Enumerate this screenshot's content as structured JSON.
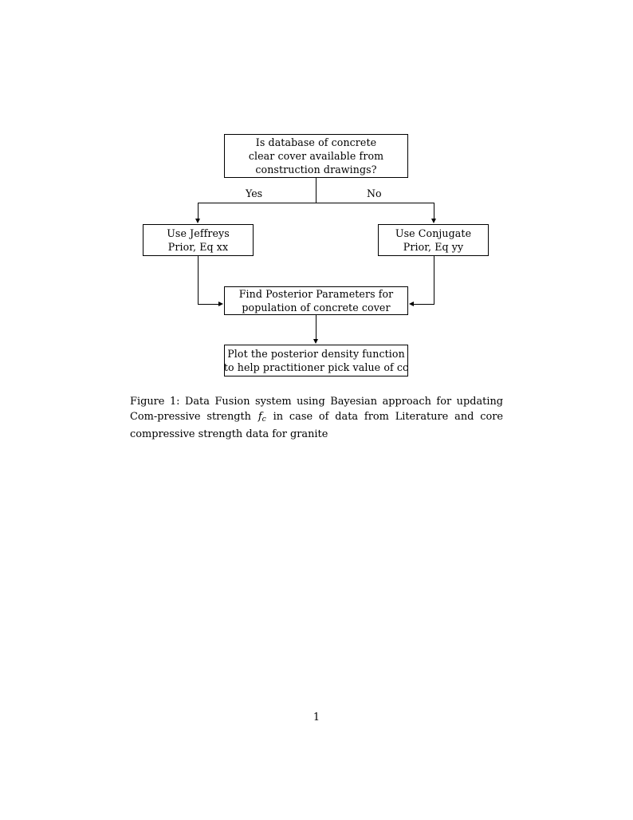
{
  "document": {
    "page_number": "1",
    "background_color": "#ffffff",
    "ink_color": "#000000"
  },
  "figure": {
    "type": "flowchart",
    "nodes": [
      {
        "id": "decision",
        "shape": "rectangle",
        "lines": [
          "Is database of concrete",
          "clear cover available from",
          "construction drawings?"
        ]
      },
      {
        "id": "jeffreys",
        "shape": "rectangle",
        "lines": [
          "Use Jeffreys",
          "Prior, Eq xx"
        ]
      },
      {
        "id": "conjugate",
        "shape": "rectangle",
        "lines": [
          "Use Conjugate",
          "Prior, Eq yy"
        ]
      },
      {
        "id": "posterior",
        "shape": "rectangle",
        "lines": [
          "Find Posterior Parameters for",
          "population of concrete cover"
        ]
      },
      {
        "id": "plot",
        "shape": "rectangle",
        "lines": [
          "Plot the posterior density function",
          "to help practitioner pick value of cc"
        ]
      }
    ],
    "edge_labels": {
      "yes": "Yes",
      "no": "No"
    },
    "edges": [
      {
        "from": "decision",
        "to": "jeffreys",
        "label": "Yes"
      },
      {
        "from": "decision",
        "to": "conjugate",
        "label": "No"
      },
      {
        "from": "jeffreys",
        "to": "posterior",
        "label": ""
      },
      {
        "from": "conjugate",
        "to": "posterior",
        "label": ""
      },
      {
        "from": "posterior",
        "to": "plot",
        "label": ""
      }
    ]
  },
  "caption": {
    "label": "Figure 1:",
    "text_before_math": " Data Fusion system using Bayesian approach for updating Com-pressive strength ",
    "math_symbol": "f",
    "math_subscript": "c",
    "text_after_math": " in case of data from Literature and core compressive strength data for granite",
    "full_text": "Figure 1: Data Fusion system using Bayesian approach for updating Compressive strength f_c in case of data from Literature and core compressive strength data for granite"
  }
}
